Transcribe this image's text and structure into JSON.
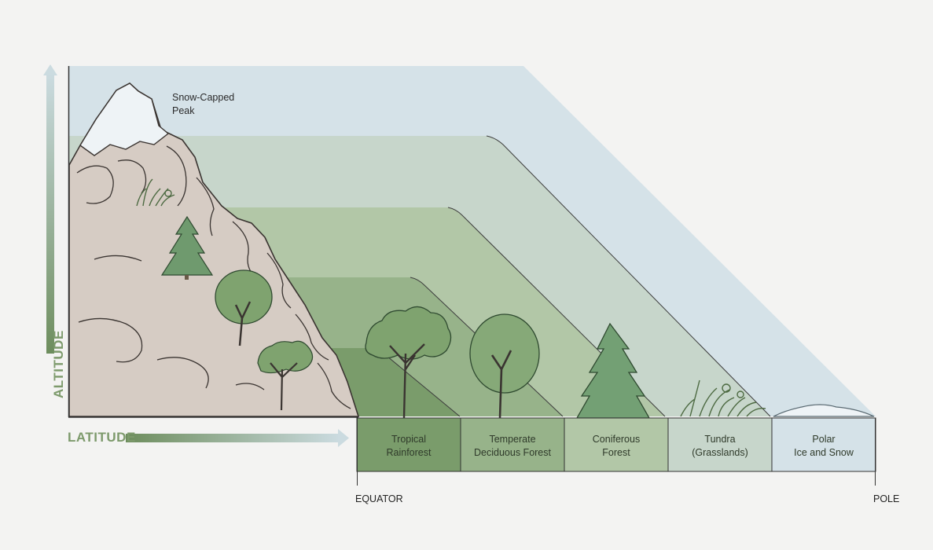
{
  "axes": {
    "x_label": "LATITUDE",
    "y_label": "ALTITUDE",
    "x_start": "EQUATOR",
    "x_end": "POLE"
  },
  "peak_label": "Snow-Capped\nPeak",
  "zones": [
    {
      "name": "Tropical\nRainforest",
      "color": "#7a9c6b",
      "icon": "broadleaf-tree-icon"
    },
    {
      "name": "Temperate\nDeciduous Forest",
      "color": "#97b38a",
      "icon": "deciduous-tree-icon"
    },
    {
      "name": "Coniferous\nForest",
      "color": "#b2c7a7",
      "icon": "conifer-tree-icon"
    },
    {
      "name": "Tundra\n(Grasslands)",
      "color": "#c7d6cb",
      "icon": "grass-tuft-icon"
    },
    {
      "name": "Polar\nIce and Snow",
      "color": "#d5e2e8",
      "icon": "snow-mound-icon"
    }
  ],
  "colors": {
    "axis_gradient_start": "#6d8d5d",
    "axis_gradient_end": "#cbdbe0",
    "rock": "#d6ccc4",
    "snow": "#eef3f6"
  }
}
